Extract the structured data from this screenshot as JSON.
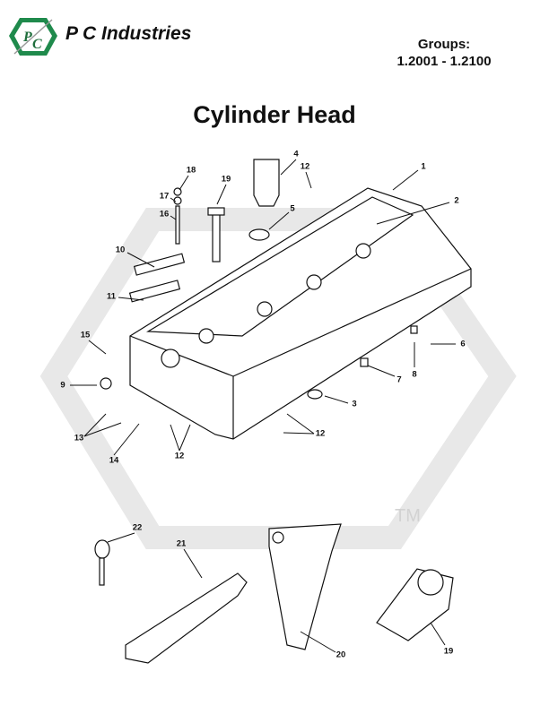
{
  "header": {
    "company": "P C Industries",
    "logo_text": "PC",
    "groups_label": "Groups:",
    "groups_range": "1.2001 - 1.2100"
  },
  "title": "Cylinder Head",
  "watermark": {
    "tm": "TM"
  },
  "callouts": [
    "18",
    "4",
    "12",
    "1",
    "19",
    "17",
    "16",
    "2",
    "5",
    "10",
    "11",
    "15",
    "6",
    "8",
    "7",
    "9",
    "3",
    "12",
    "13",
    "14",
    "12",
    "22",
    "21",
    "20",
    "19"
  ],
  "colors": {
    "logo_green": "#1f8a4c",
    "watermark": "#e6e6e6"
  }
}
